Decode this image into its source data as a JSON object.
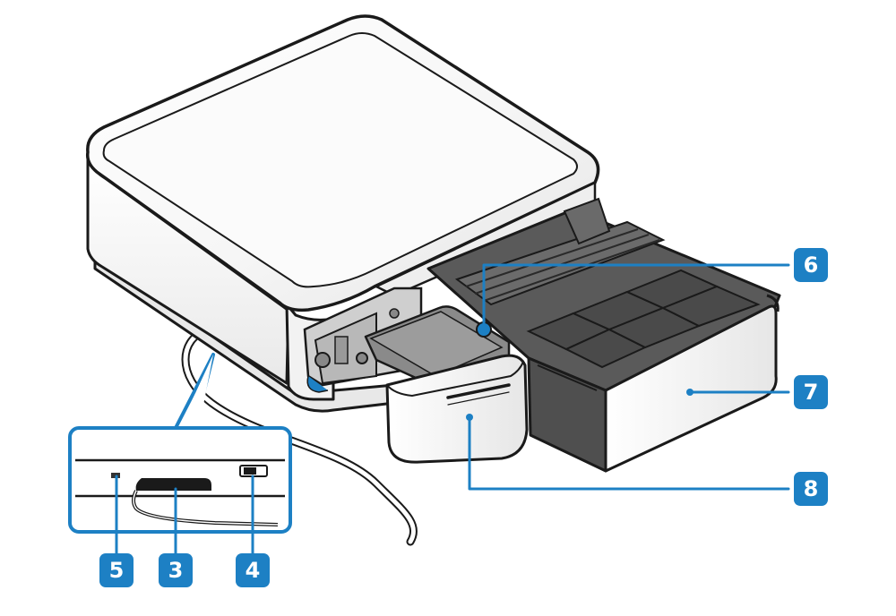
{
  "colors": {
    "callout_accent": "#1d80c4",
    "outline": "#1a1a1a",
    "drawer_interior": "#595959",
    "lid_surface": "#f7f7f7"
  },
  "callouts": [
    {
      "label": "6",
      "target": "drawer-lock-release"
    },
    {
      "label": "7",
      "target": "cash-drawer"
    },
    {
      "label": "8",
      "target": "printer-paper-outlet"
    },
    {
      "label": "5",
      "target": "status-led"
    },
    {
      "label": "3",
      "target": "cable-port"
    },
    {
      "label": "4",
      "target": "power-switch"
    }
  ]
}
